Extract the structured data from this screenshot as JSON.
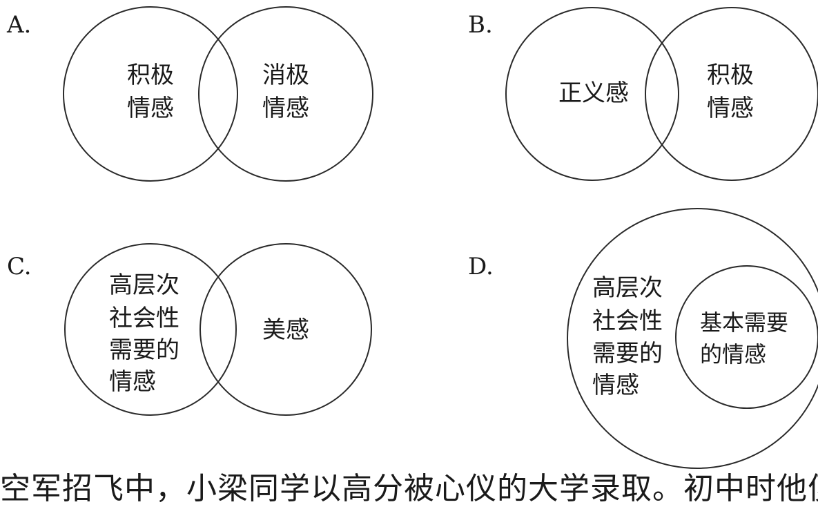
{
  "options": {
    "A": {
      "label": "A.",
      "left_text": [
        "积极",
        "情感"
      ],
      "right_text": [
        "消极",
        "情感"
      ]
    },
    "B": {
      "label": "B.",
      "left_text": [
        "正义感"
      ],
      "right_text": [
        "积极",
        "情感"
      ]
    },
    "C": {
      "label": "C.",
      "left_text": [
        "高层次",
        "社会性",
        "需要的",
        "情感"
      ],
      "right_text": [
        "美感"
      ]
    },
    "D": {
      "label": "D.",
      "outer_text": [
        "高层次",
        "社会性",
        "需要的",
        "情感"
      ],
      "inner_text": [
        "基本需要",
        "的情感"
      ]
    }
  },
  "footer": {
    "text": "空军招飞中，小梁同学以高分被心仪的大学录取。初中时他便对保家"
  },
  "colors": {
    "stroke": "#2a2a2a",
    "text": "#1a1a1a",
    "background": "#ffffff"
  }
}
